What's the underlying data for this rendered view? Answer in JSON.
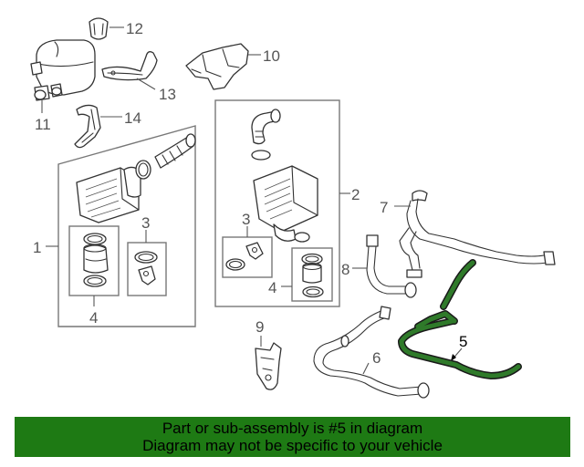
{
  "callouts": {
    "c1": "1",
    "c2": "2",
    "c3a": "3",
    "c3b": "3",
    "c4a": "4",
    "c4b": "4",
    "c5": "5",
    "c6": "6",
    "c7": "7",
    "c8": "8",
    "c9": "9",
    "c10": "10",
    "c11": "11",
    "c12": "12",
    "c13": "13",
    "c14": "14"
  },
  "highlighted_part": "5",
  "banner": {
    "line1": "Part or sub-assembly is #5 in diagram",
    "line2": "Diagram may not be specific to your vehicle"
  },
  "colors": {
    "banner_bg": "#1e7a14",
    "highlight": "#2f7a2a",
    "callout_gray": "#555555"
  }
}
